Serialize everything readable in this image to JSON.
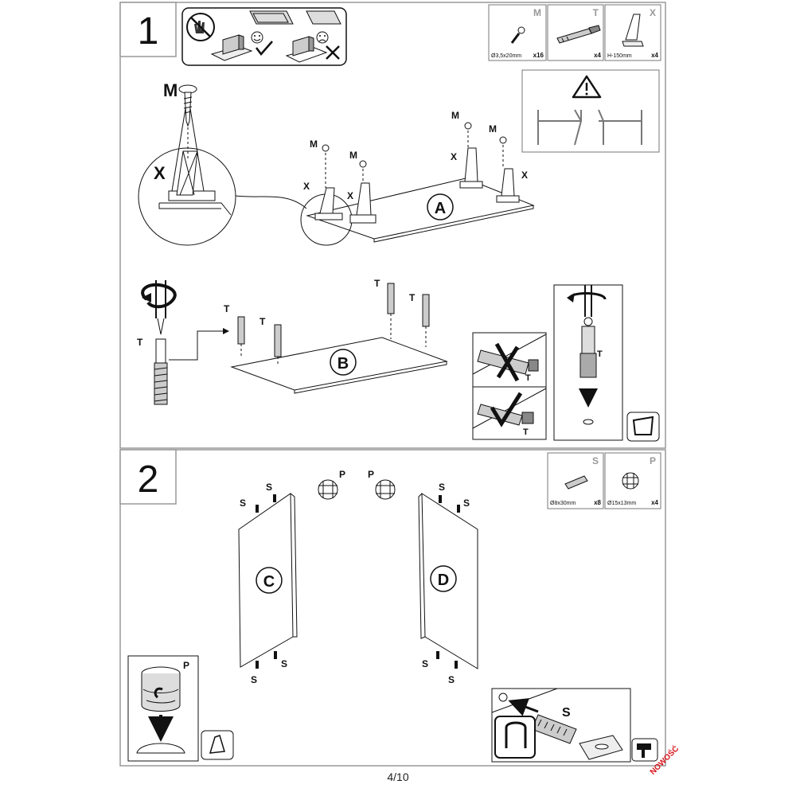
{
  "steps": [
    {
      "number": "1"
    },
    {
      "number": "2"
    }
  ],
  "step1": {
    "parts": [
      {
        "letter": "M",
        "size": "Ø3,5x20mm",
        "qty": "x16",
        "icon": "screw-icon"
      },
      {
        "letter": "T",
        "size": "",
        "qty": "x4",
        "icon": "leg-bolt-icon"
      },
      {
        "letter": "X",
        "size": "H-150mm",
        "qty": "x4",
        "icon": "leg-bracket-icon"
      }
    ],
    "labels": {
      "M": "M",
      "X": "X",
      "T": "T",
      "A": "A",
      "B": "B"
    }
  },
  "step2": {
    "parts": [
      {
        "letter": "S",
        "size": "Ø8x30mm",
        "qty": "x8",
        "icon": "dowel-icon"
      },
      {
        "letter": "P",
        "size": "Ø15x13mm",
        "qty": "x4",
        "icon": "cam-lock-icon"
      }
    ],
    "labels": {
      "S": "S",
      "P": "P",
      "C": "C",
      "D": "D"
    }
  },
  "footer": {
    "page": "4/10",
    "stamp": "NOWOŚĆ"
  },
  "colors": {
    "line": "#111111",
    "frame": "#999999",
    "stamp": "#d8141c"
  }
}
